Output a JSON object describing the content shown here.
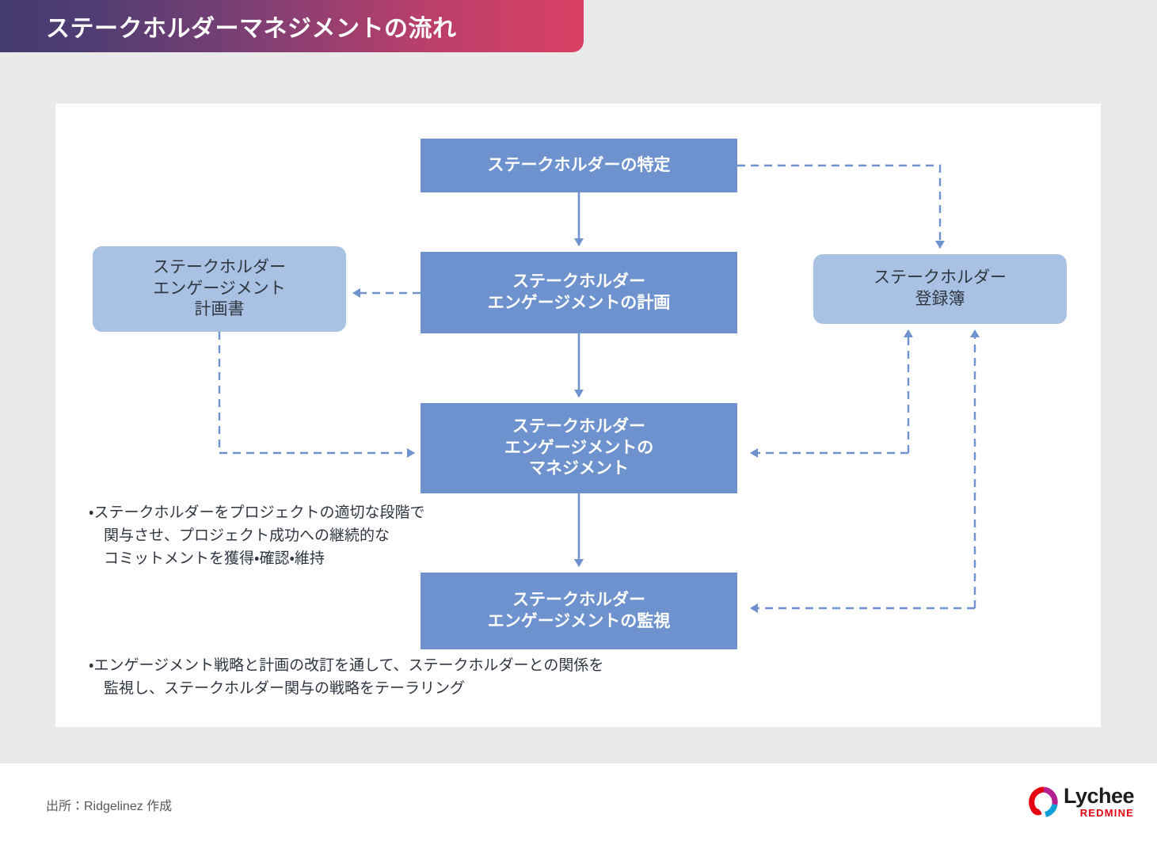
{
  "header": {
    "title": "ステークホルダーマネジメントの流れ",
    "gradient_from": "#443a6d",
    "gradient_to": "#d94064"
  },
  "colors": {
    "page_background": "#eaeaea",
    "canvas_background": "#ffffff",
    "process_box": "#6d92cd",
    "document_box": "#a9c2e4",
    "connector": "#6d92cd",
    "process_text": "#ffffff",
    "document_text": "#2f3640",
    "note_text": "#2f3640",
    "source_text": "#55585c",
    "logo_red": "#e60012"
  },
  "diagram": {
    "nodes": [
      {
        "id": "identify",
        "label": "ステークホルダーの特定",
        "type": "process"
      },
      {
        "id": "plan",
        "label": "ステークホルダー\nエンゲージメントの計画",
        "type": "process"
      },
      {
        "id": "manage",
        "label": "ステークホルダー\nエンゲージメントの\nマネジメント",
        "type": "process"
      },
      {
        "id": "monitor",
        "label": "ステークホルダー\nエンゲージメントの監視",
        "type": "process"
      },
      {
        "id": "planning-doc",
        "label": "ステークホルダー\nエンゲージメント\n計画書",
        "type": "document"
      },
      {
        "id": "register",
        "label": "ステークホルダー\n登録簿",
        "type": "document"
      }
    ],
    "edges": [
      {
        "from": "identify",
        "to": "plan",
        "style": "solid",
        "arrow": "down"
      },
      {
        "from": "plan",
        "to": "manage",
        "style": "solid",
        "arrow": "down"
      },
      {
        "from": "manage",
        "to": "monitor",
        "style": "solid",
        "arrow": "down"
      },
      {
        "from": "identify",
        "to": "register",
        "style": "dashed",
        "arrow": "down"
      },
      {
        "from": "plan",
        "to": "planning-doc",
        "style": "dashed",
        "arrow": "left"
      },
      {
        "from": "planning-doc",
        "to": "manage",
        "style": "dashed",
        "arrow": "right"
      },
      {
        "from": "register",
        "to": "manage",
        "style": "dashed",
        "arrow": "left"
      },
      {
        "from": "manage",
        "to": "register",
        "style": "dashed",
        "arrow": "up"
      },
      {
        "from": "register",
        "to": "monitor",
        "style": "dashed",
        "arrow": "left"
      },
      {
        "from": "monitor",
        "to": "register",
        "style": "dashed",
        "arrow": "up"
      }
    ],
    "notes": [
      {
        "id": "note-manage",
        "text": "・ステークホルダーをプロジェクトの適切な段階で\n　関与させ、プロジェクト成功への継続的な\n　コミットメントを獲得・確認・維持"
      },
      {
        "id": "note-monitor",
        "text": "・エンゲージメント戦略と計画の改訂を通して、ステークホルダーとの関係を\n　監視し、ステークホルダー関与の戦略をテーラリング"
      }
    ]
  },
  "footer": {
    "source": "出所：Ridgelinez 作成",
    "logo": {
      "mark": "lychee-ring-icon",
      "primary": "Lychee",
      "secondary": "REDMINE"
    }
  }
}
